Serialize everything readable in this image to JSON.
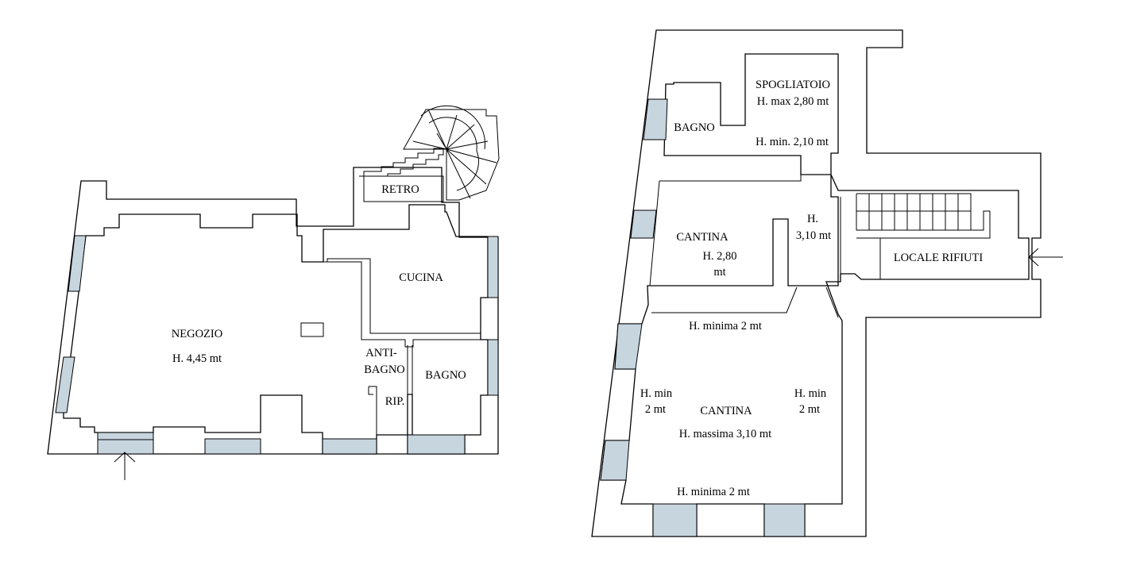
{
  "ground_floor": {
    "negozio": "NEGOZIO",
    "negozio_height": "H. 4,45 mt",
    "retro": "RETRO",
    "cucina": "CUCINA",
    "anti": "ANTI-",
    "bagno_part": "BAGNO",
    "bagno": "BAGNO",
    "rip": "RIP."
  },
  "basement": {
    "spogliatoio": "SPOGLIATOIO",
    "spogliatoio_hmax": "H. max 2,80 mt",
    "spogliatoio_hmin": "H. min. 2,10 mt",
    "bagno": "BAGNO",
    "cantina_small": "CANTINA",
    "cantina_small_h1": "H. 2,80",
    "cantina_small_h2": "mt",
    "corridor_h1": "H.",
    "corridor_h2": "3,10 mt",
    "locale_rifiuti": "LOCALE RIFIUTI",
    "cantina_big_hmin_top": "H. minima 2 mt",
    "cantina_big_left_1": "H. min",
    "cantina_big_left_2": "2 mt",
    "cantina_big_right_1": "H. min",
    "cantina_big_right_2": "2 mt",
    "cantina_big": "CANTINA",
    "cantina_big_hmax": "H. massima 3,10 mt",
    "cantina_big_hmin_bottom": "H. minima 2 mt"
  }
}
